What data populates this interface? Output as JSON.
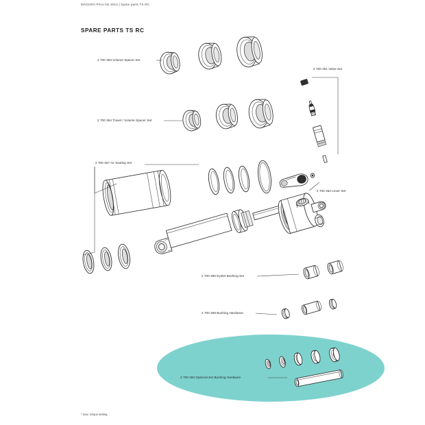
{
  "document": {
    "running_head": "MAGURA Price list 2014 | Spare parts TS RC",
    "title": "SPARE PARTS TS RC",
    "footnote": "* max. torque setting",
    "page_background": "#ffffff",
    "text_color": "#231f20"
  },
  "highlight": {
    "shape": "ellipse",
    "color": "#7ed2ce",
    "label_ref": "optional_set_bushing_hardware"
  },
  "callouts": [
    {
      "id": "volume_spacer_set",
      "part_number": "2 700 363",
      "name": "Volume Spacer Set",
      "label": "2 700 363 Volume Spacer Set",
      "side": "left",
      "highlighted": false
    },
    {
      "id": "travel_volume_spacer_set",
      "part_number": "2 700 364",
      "name": "Travel / Volume Spacer Set",
      "label": "2 700 364 Travel / Volume Spacer Set",
      "side": "left",
      "highlighted": false
    },
    {
      "id": "air_sealing_set",
      "part_number": "2 700 357",
      "name": "Air Sealing Set",
      "label": "2 700 357 Air Sealing Set",
      "side": "left",
      "highlighted": false
    },
    {
      "id": "valve_set",
      "part_number": "2 700 361",
      "name": "Valve Set",
      "label": "2 700 361 Valve Set",
      "side": "right",
      "highlighted": false
    },
    {
      "id": "lever_set",
      "part_number": "2 700 362",
      "name": "Lever Set",
      "label": "2 700 362 Lever Set",
      "side": "right",
      "highlighted": false
    },
    {
      "id": "eyelet_bushing_set",
      "part_number": "2 700 356",
      "name": "Eyelet Bushing Set",
      "label": "2 700 356 Eyelet Bushing Set",
      "side": "left",
      "highlighted": false
    },
    {
      "id": "bushing_hardware",
      "part_number": "2 700 359",
      "name": "Bushing Hardware",
      "label": "2 700 359 Bushing Hardware",
      "side": "left",
      "highlighted": false
    },
    {
      "id": "optional_set_bushing_hardware",
      "part_number": "2 700 360",
      "name": "Optional Set Bushing Hardware",
      "label": "2 700 360 Optional Set Bushing Hardware",
      "side": "left",
      "highlighted": true
    }
  ]
}
